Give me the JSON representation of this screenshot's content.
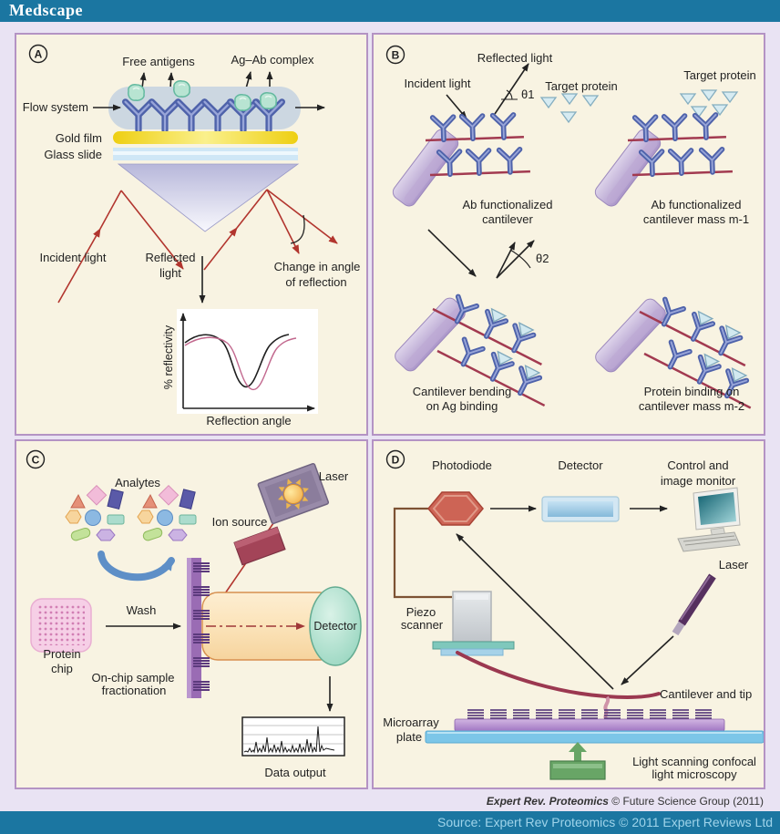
{
  "header": {
    "logo": "Medscape"
  },
  "palette": {
    "header_bar": "#1b76a1",
    "page_bg": "#e9e3f3",
    "panel_bg": "#f8f3e2",
    "panel_border": "#b493c4",
    "footer_text": "#9fd4ea",
    "antibody_blue": "#4e62aa",
    "antigen_green": "#b8e4d2",
    "target_protein_teal": "#d2e9f0",
    "cantilever_purple": "#c9b8dd",
    "ray_red": "#b2352e",
    "gold_film_yellow": "#f2d51f",
    "detector_teal": "#8fd2ba",
    "photodiode_red": "#cd6455"
  },
  "panel_a": {
    "label": "A",
    "free_antigens": "Free antigens",
    "ag_ab_complex": "Ag–Ab complex",
    "flow_system": "Flow system",
    "gold_film": "Gold film",
    "glass_slide": "Glass slide",
    "incident_light": "Incident light",
    "reflected_light_1": "Reflected",
    "reflected_light_2": "light",
    "change_angle_1": "Change in angle",
    "change_angle_2": "of reflection",
    "graph_y_axis": "% reflectivity",
    "graph_x_axis": "Reflection angle"
  },
  "panel_b": {
    "label": "B",
    "reflected_light": "Reflected light",
    "incident_light": "Incident light",
    "theta1": "θ1",
    "theta2": "θ2",
    "target_protein_1": "Target protein",
    "target_protein_2": "Target protein",
    "ab_cantilever_1": "Ab functionalized",
    "ab_cantilever_2": "cantilever",
    "ab_cantilever_m1_1": "Ab functionalized",
    "ab_cantilever_m1_2": "cantilever mass m-1",
    "bending_1": "Cantilever bending",
    "bending_2": "on Ag binding",
    "protein_binding_1": "Protein binding on",
    "protein_binding_2": "cantilever mass m-2"
  },
  "panel_c": {
    "label": "C",
    "analytes": "Analytes",
    "laser": "Laser",
    "ion_source": "Ion source",
    "wash": "Wash",
    "detector": "Detector",
    "protein_chip_1": "Protein",
    "protein_chip_2": "chip",
    "fractionation_1": "On-chip sample",
    "fractionation_2": "fractionation",
    "data_output": "Data output"
  },
  "panel_d": {
    "label": "D",
    "photodiode": "Photodiode",
    "detector": "Detector",
    "monitor_1": "Control and",
    "monitor_2": "image monitor",
    "laser": "Laser",
    "piezo_1": "Piezo",
    "piezo_2": "scanner",
    "microarray_1": "Microarray",
    "microarray_2": "plate",
    "cantilever_tip": "Cantilever and tip",
    "confocal_1": "Light scanning confocal",
    "confocal_2": "light microscopy"
  },
  "credit": {
    "journal": "Expert Rev. Proteomics",
    "rest": " © Future Science Group (2011)"
  },
  "footer": {
    "source": "Source: Expert Rev Proteomics © 2011 Expert Reviews Ltd"
  }
}
